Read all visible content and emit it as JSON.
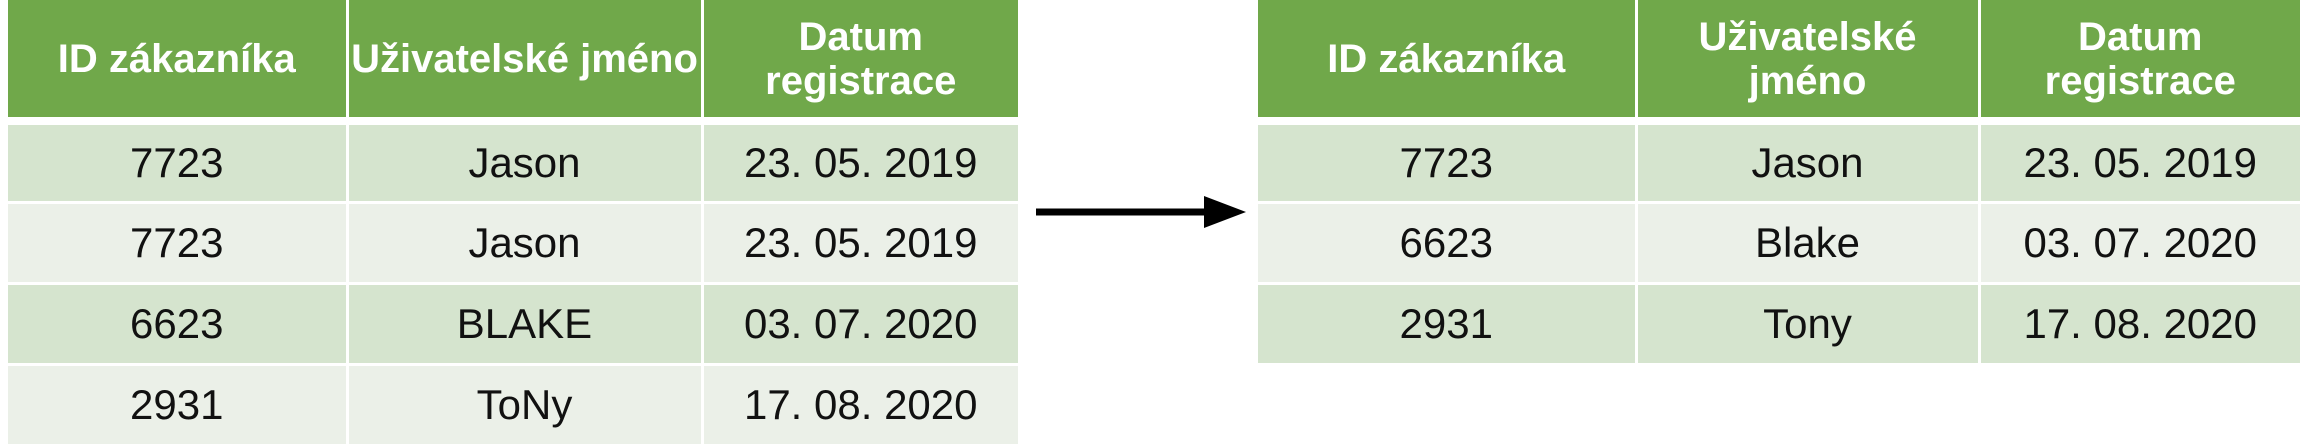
{
  "headers": [
    "ID zákazníka",
    "Uživatelské jméno",
    "Datum registrace"
  ],
  "before": {
    "rows": [
      [
        "7723",
        "Jason",
        "23. 05. 2019"
      ],
      [
        "7723",
        "Jason",
        "23. 05. 2019"
      ],
      [
        "6623",
        "BLAKE",
        "03. 07. 2020"
      ],
      [
        "2931",
        "ToNy",
        "17. 08. 2020"
      ]
    ]
  },
  "after": {
    "rows": [
      [
        "7723",
        "Jason",
        "23. 05. 2019"
      ],
      [
        "6623",
        "Blake",
        "03. 07. 2020"
      ],
      [
        "2931",
        "Tony",
        "17. 08. 2020"
      ]
    ]
  },
  "colors": {
    "header_bg": "#70a84a",
    "header_text": "#ffffff",
    "row_dark": "#d5e4ce",
    "row_light": "#ebf0e8",
    "arrow": "#000000"
  },
  "arrow_icon": "arrow-right-icon"
}
